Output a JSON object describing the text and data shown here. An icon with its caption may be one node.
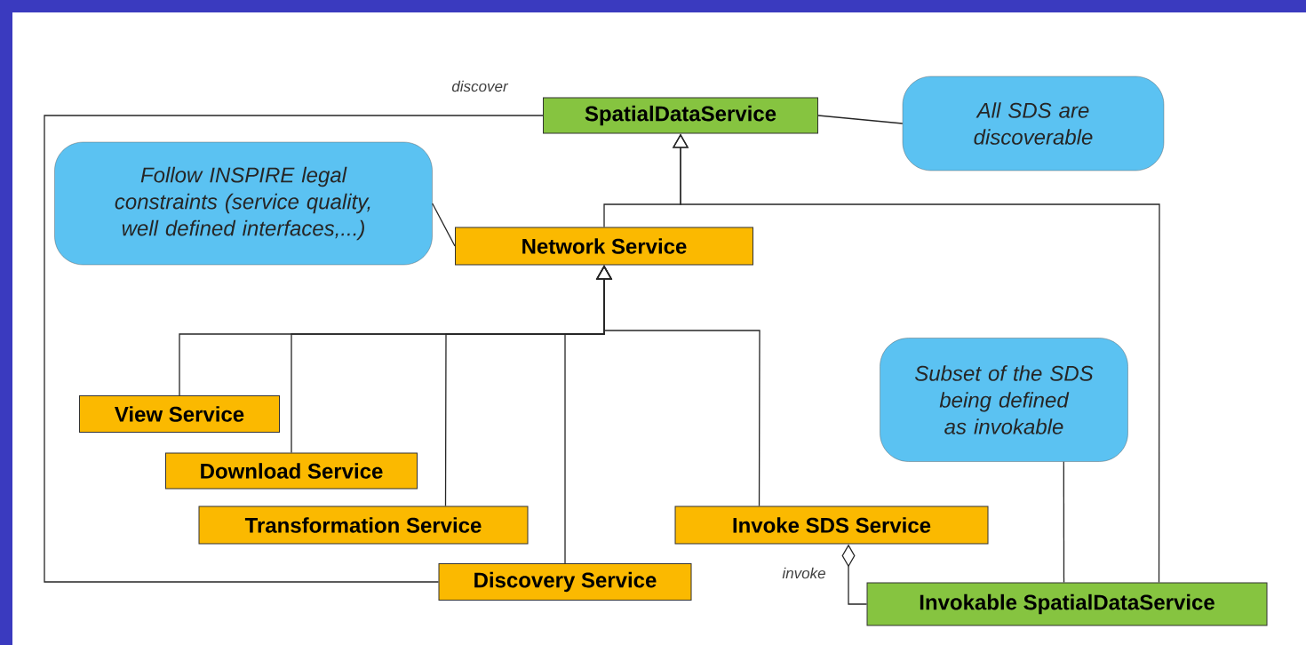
{
  "diagram": {
    "nodes": [
      {
        "text": [
          "SpatialDataService"
        ]
      },
      {
        "text": [
          "All SDS are discoverable"
        ]
      },
      {
        "text": [
          "Follow INSPIRE legal constraints (service quality, well defined interfaces,...)"
        ]
      },
      {
        "text": [
          "Network Service"
        ]
      },
      {
        "text": [
          "View Service"
        ]
      },
      {
        "text": [
          "Download Service"
        ]
      },
      {
        "text": [
          "Transformation Service"
        ]
      },
      {
        "text": [
          "Discovery Service"
        ]
      },
      {
        "text": [
          "Invoke SDS Service"
        ]
      },
      {
        "text": [
          "Subset of the SDS being defined as invokable"
        ]
      },
      {
        "text": [
          "Invokable SpatialDataService"
        ]
      }
    ],
    "edges": [
      {
        "from": 3,
        "to": 0,
        "arrow": "to"
      },
      {
        "from": 10,
        "to": 0,
        "arrow": "to"
      },
      {
        "from": 4,
        "to": 3,
        "arrow": "to"
      },
      {
        "from": 5,
        "to": 3,
        "arrow": "to"
      },
      {
        "from": 6,
        "to": 3,
        "arrow": "to"
      },
      {
        "from": 7,
        "to": 3,
        "arrow": "to"
      },
      {
        "from": 8,
        "to": 3,
        "arrow": "to"
      },
      {
        "from": 7,
        "to": 0,
        "arrow": "none",
        "label": "discover"
      },
      {
        "from": 8,
        "to": 10,
        "arrow": "other",
        "label": "invoke"
      },
      {
        "from": 1,
        "to": 0,
        "arrow": "none"
      },
      {
        "from": 2,
        "to": 3,
        "arrow": "none"
      },
      {
        "from": 9,
        "to": 10,
        "arrow": "none"
      }
    ]
  }
}
